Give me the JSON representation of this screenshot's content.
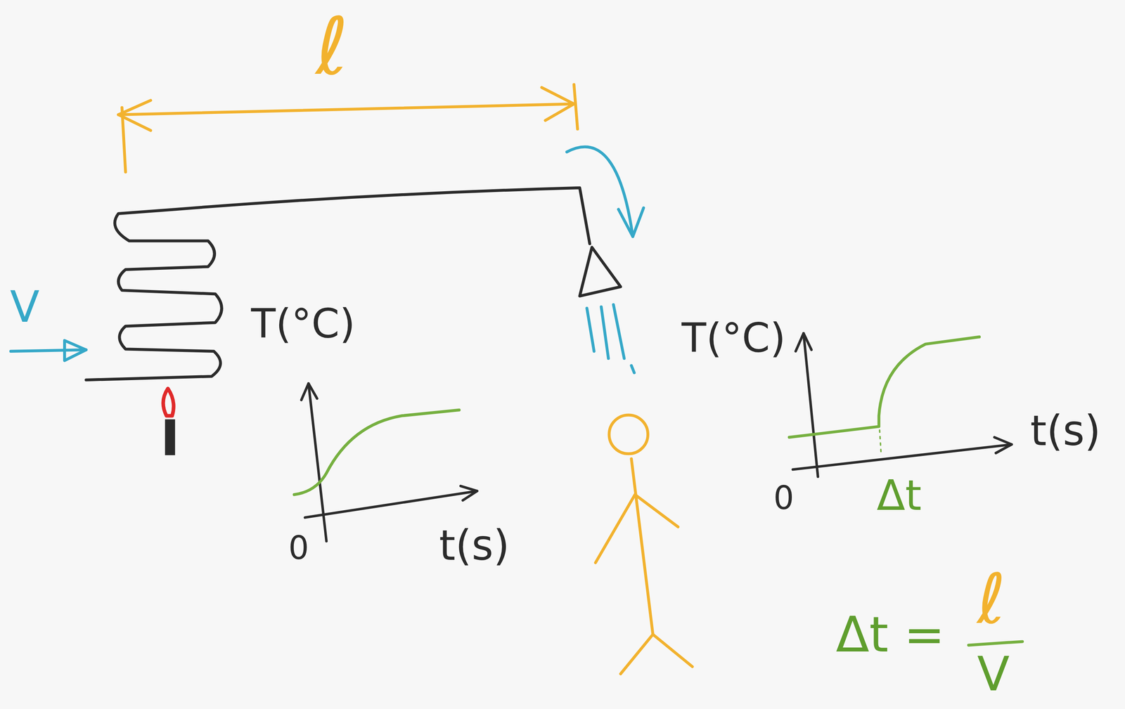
{
  "diagram": {
    "labels": [
      "ℓ",
      "V",
      "T(°C)",
      "0",
      "t(s)",
      "T(°C)",
      "0",
      "t(s)",
      "Δt",
      "Δt =",
      "ℓ",
      "V"
    ]
  }
}
